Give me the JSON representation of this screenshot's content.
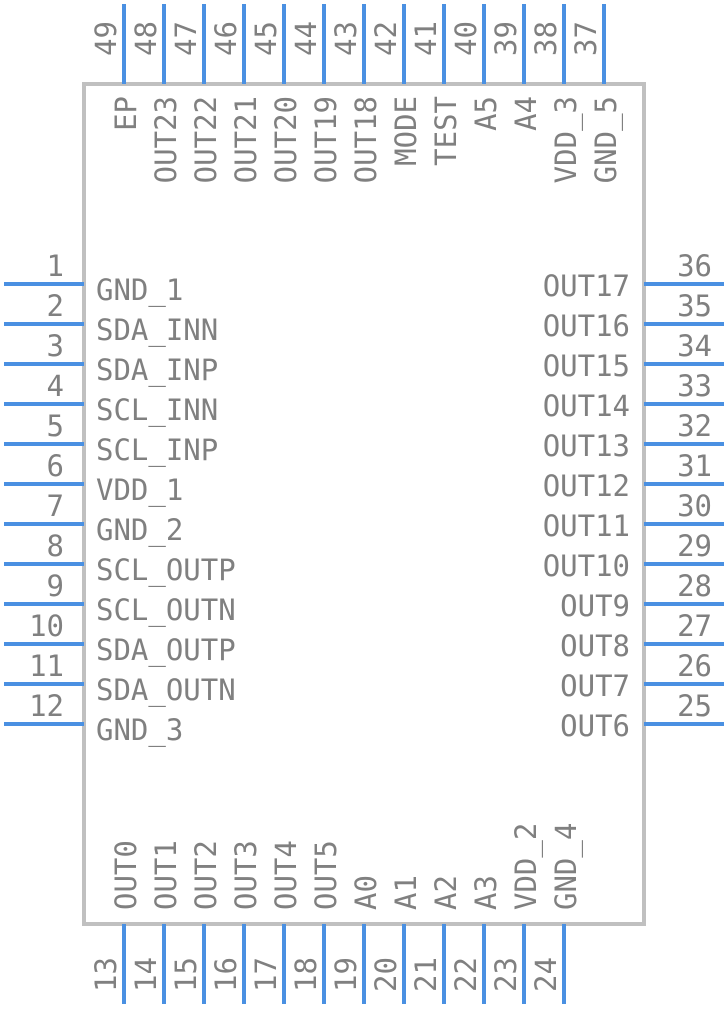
{
  "colors": {
    "pin": "#4a90e2",
    "body_outline": "#c0c0c0",
    "text": "#808080",
    "background": "#ffffff"
  },
  "pins": {
    "left": [
      {
        "number": "1",
        "name": "GND_1"
      },
      {
        "number": "2",
        "name": "SDA_INN"
      },
      {
        "number": "3",
        "name": "SDA_INP"
      },
      {
        "number": "4",
        "name": "SCL_INN"
      },
      {
        "number": "5",
        "name": "SCL_INP"
      },
      {
        "number": "6",
        "name": "VDD_1"
      },
      {
        "number": "7",
        "name": "GND_2"
      },
      {
        "number": "8",
        "name": "SCL_OUTP"
      },
      {
        "number": "9",
        "name": "SCL_OUTN"
      },
      {
        "number": "10",
        "name": "SDA_OUTP"
      },
      {
        "number": "11",
        "name": "SDA_OUTN"
      },
      {
        "number": "12",
        "name": "GND_3"
      }
    ],
    "right": [
      {
        "number": "36",
        "name": "OUT17"
      },
      {
        "number": "35",
        "name": "OUT16"
      },
      {
        "number": "34",
        "name": "OUT15"
      },
      {
        "number": "33",
        "name": "OUT14"
      },
      {
        "number": "32",
        "name": "OUT13"
      },
      {
        "number": "31",
        "name": "OUT12"
      },
      {
        "number": "30",
        "name": "OUT11"
      },
      {
        "number": "29",
        "name": "OUT10"
      },
      {
        "number": "28",
        "name": "OUT9"
      },
      {
        "number": "27",
        "name": "OUT8"
      },
      {
        "number": "26",
        "name": "OUT7"
      },
      {
        "number": "25",
        "name": "OUT6"
      }
    ],
    "bottom": [
      {
        "number": "13",
        "name": "OUT0"
      },
      {
        "number": "14",
        "name": "OUT1"
      },
      {
        "number": "15",
        "name": "OUT2"
      },
      {
        "number": "16",
        "name": "OUT3"
      },
      {
        "number": "17",
        "name": "OUT4"
      },
      {
        "number": "18",
        "name": "OUT5"
      },
      {
        "number": "19",
        "name": "A0"
      },
      {
        "number": "20",
        "name": "A1"
      },
      {
        "number": "21",
        "name": "A2"
      },
      {
        "number": "22",
        "name": "A3"
      },
      {
        "number": "23",
        "name": "VDD_2"
      },
      {
        "number": "24",
        "name": "GND_4"
      }
    ],
    "top": [
      {
        "number": "49",
        "name": "EP"
      },
      {
        "number": "48",
        "name": "OUT23"
      },
      {
        "number": "47",
        "name": "OUT22"
      },
      {
        "number": "46",
        "name": "OUT21"
      },
      {
        "number": "45",
        "name": "OUT20"
      },
      {
        "number": "44",
        "name": "OUT19"
      },
      {
        "number": "43",
        "name": "OUT18"
      },
      {
        "number": "42",
        "name": "MODE"
      },
      {
        "number": "41",
        "name": "TEST"
      },
      {
        "number": "40",
        "name": "A5"
      },
      {
        "number": "39",
        "name": "A4"
      },
      {
        "number": "38",
        "name": "VDD_3"
      },
      {
        "number": "37",
        "name": "GND_5"
      }
    ]
  }
}
